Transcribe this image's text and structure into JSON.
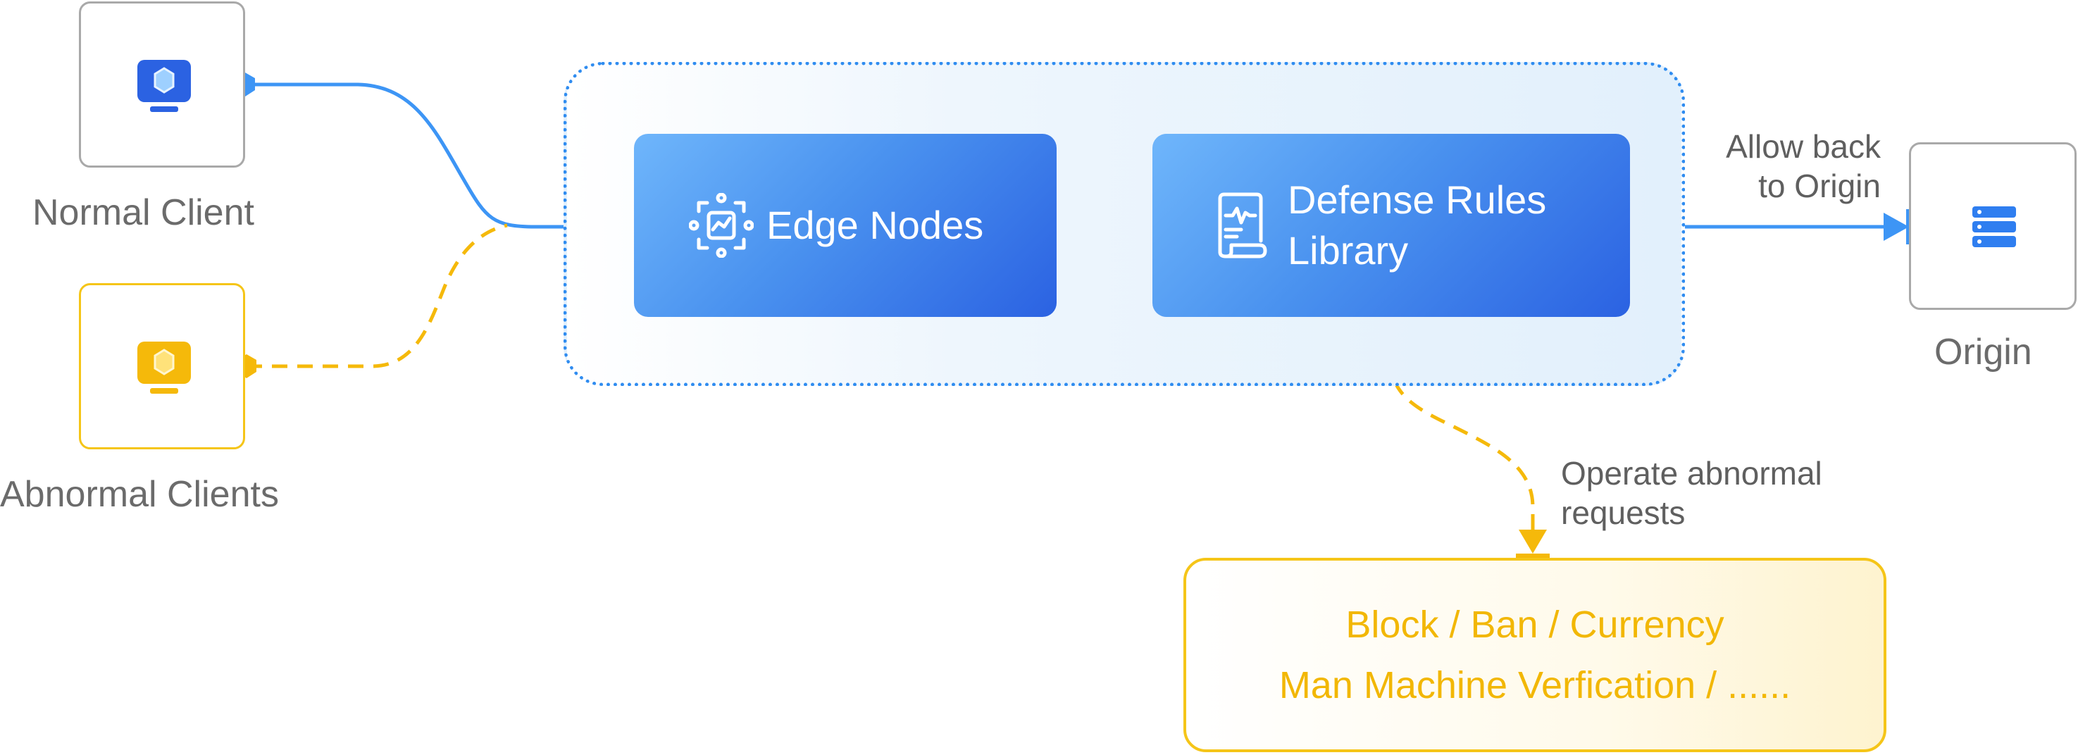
{
  "clients": {
    "normal": {
      "label": "Normal Client",
      "icon": "monitor-icon",
      "color": "#2b62e2"
    },
    "abnormal": {
      "label": "Abnormal Clients",
      "icon": "monitor-icon",
      "color": "#f5b90a"
    }
  },
  "cards": {
    "edge_nodes": {
      "label": "Edge Nodes",
      "icon": "edge-node-icon"
    },
    "defense_rules": {
      "line1": "Defense Rules",
      "line2": "Library",
      "icon": "rules-document-icon"
    }
  },
  "origin": {
    "label": "Origin",
    "icon": "server-stack-icon"
  },
  "notes": {
    "allow_back": {
      "line1": "Allow back",
      "line2": "to Origin"
    },
    "operate": {
      "line1": "Operate abnormal",
      "line2": "requests"
    }
  },
  "result": {
    "line1": "Block / Ban / Currency",
    "line2": "Man Machine Verfication / ......"
  },
  "colors": {
    "blue_flow": "#3d95f5",
    "yellow_flow": "#f5b90a",
    "card_gradient_end": "#2b62e2"
  }
}
